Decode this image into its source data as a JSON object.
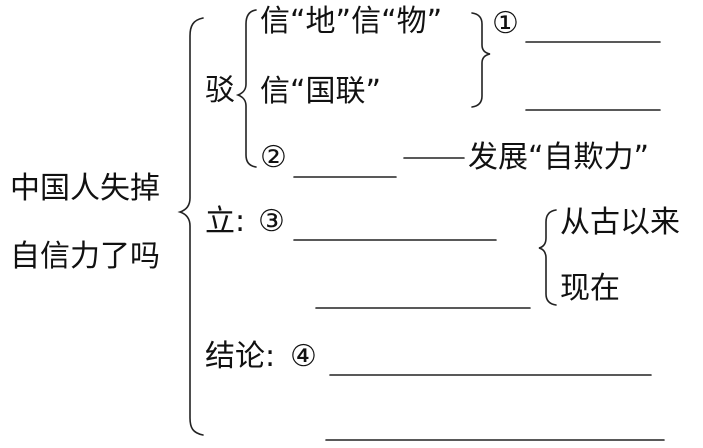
{
  "topic": {
    "line1": "中国人失掉",
    "line2": "自信力了吗"
  },
  "refute": {
    "label": "驳",
    "claim1": "信“地”信“物”",
    "claim2": "信“国联”",
    "blank1_marker": "①",
    "blank2_marker": "②",
    "develop_text": "发展“自欺力”"
  },
  "establish": {
    "label": "立:",
    "blank3_marker": "③",
    "since_ancient": "从古以来",
    "now": "现在"
  },
  "conclusion": {
    "label": "结论:",
    "blank4_marker": "④"
  }
}
